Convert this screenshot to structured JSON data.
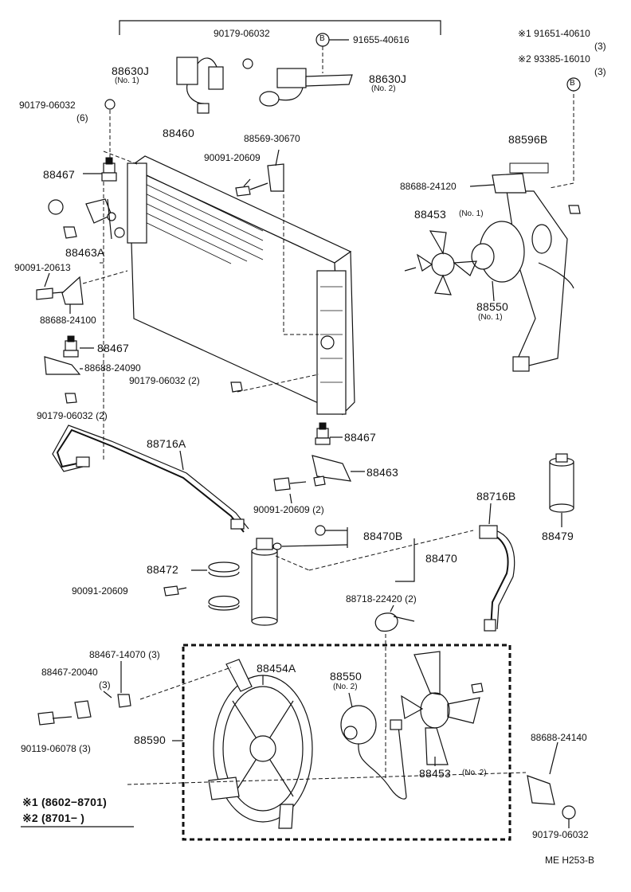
{
  "parts": {
    "p90179_top": "90179-06032",
    "p91655": "91655-40616",
    "p91651": "※1 91651-40610",
    "p91651_qty": "(3)",
    "p93385": "※2 93385-16010",
    "p93385_qty": "(3)",
    "p88630J_1": "88630J",
    "p88630J_1_sub": "(No. 1)",
    "p88630J_2": "88630J",
    "p88630J_2_sub": "(No. 2)",
    "p90179_left": "90179-06032",
    "p90179_left_qty": "(6)",
    "p88460": "88460",
    "p88569": "88569-30670",
    "p90091_top": "90091-20609",
    "p88596B": "88596B",
    "p88688_24120": "88688-24120",
    "p88453_1": "88453",
    "p88453_1_sub": "(No. 1)",
    "p88467_a": "88467",
    "p88463A": "88463A",
    "p90091_20613": "90091-20613",
    "p88688_24100": "88688-24100",
    "p88550_1": "88550",
    "p88550_1_sub": "(No. 1)",
    "p88467_b": "88467",
    "p88688_24090": "88688-24090",
    "p90179_mid": "90179-06032 (2)",
    "p90179_low": "90179-06032 (2)",
    "p88467_c": "88467",
    "p88716A": "88716A",
    "p88463": "88463",
    "p90091_20609_2": "90091-20609 (2)",
    "p88716B": "88716B",
    "p88470B": "88470B",
    "p88479": "88479",
    "p88472": "88472",
    "p88470": "88470",
    "p90091_left": "90091-20609",
    "p88718": "88718-22420 (2)",
    "p88467_14070": "88467-14070 (3)",
    "p88454A": "88454A",
    "p88467_20040": "88467-20040",
    "p88467_20040_qty": "(3)",
    "p88550_2": "88550",
    "p88550_2_sub": "(No. 2)",
    "p88688_24140": "88688-24140",
    "p88590": "88590",
    "p90119": "90119-06078 (3)",
    "p88453_2": "88453",
    "p88453_2_sub": "(No. 2)",
    "p90179_br": "90179-06032",
    "legend1": "※1 (8602−8701)",
    "legend2": "※2 (8701−        )",
    "code": "ME  H253-B",
    "b_mark": "B"
  }
}
